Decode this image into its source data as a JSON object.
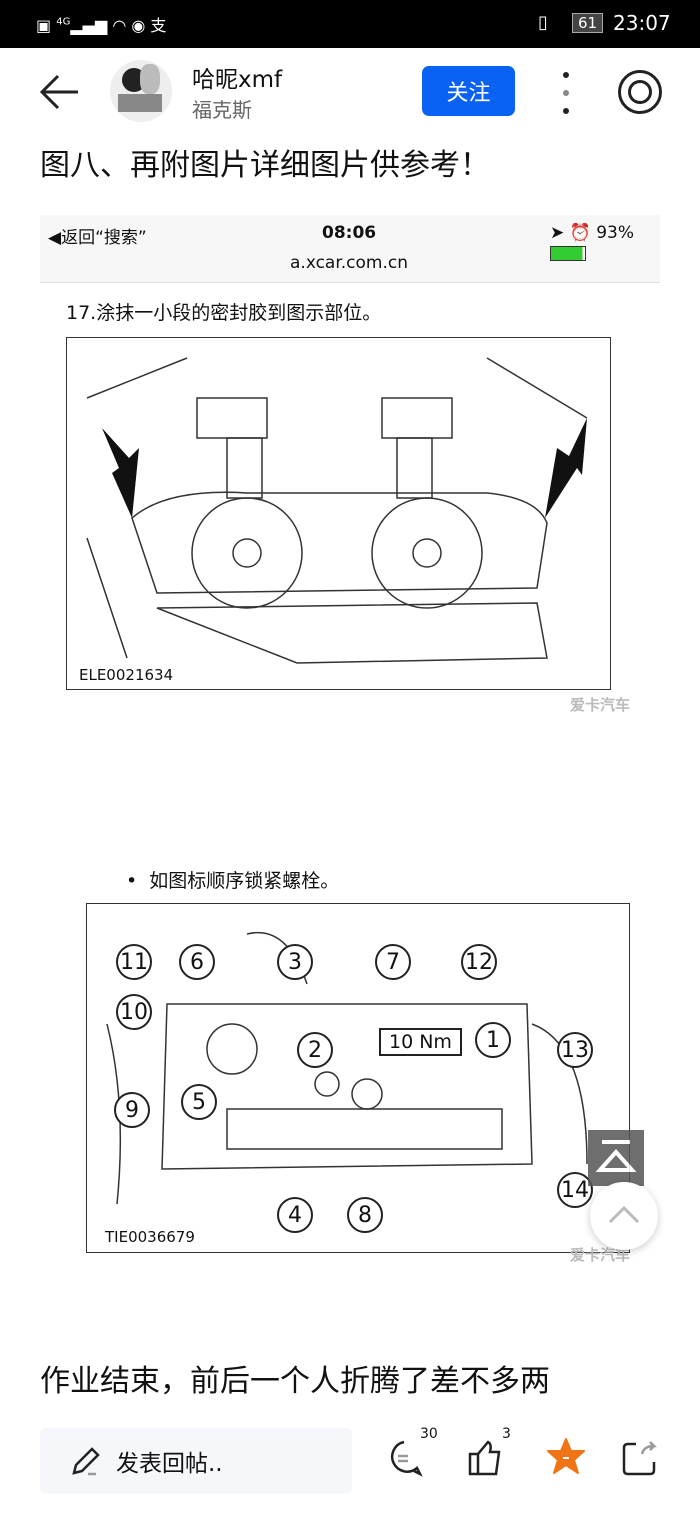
{
  "status_bar": {
    "left_icons": [
      "hd-icon",
      "4g-signal-icon",
      "wifi-icon",
      "eye-icon",
      "alipay-icon"
    ],
    "network": "4G",
    "battery": "61",
    "time": "23:07"
  },
  "header": {
    "author": "哈昵xmf",
    "subtitle": "福克斯",
    "follow_label": "关注"
  },
  "post": {
    "heading": "图八、再附图片详细图片供参考！",
    "embedded_screenshot": {
      "back_label": "◀返回“搜索”",
      "time": "08:06",
      "battery": "93%",
      "url": "a.xcar.com.cn"
    },
    "step_text": "17.涂抹一小段的密封胶到图示部位。",
    "figure1_code": "ELE0021634",
    "watermark": "爱卡汽车",
    "bullet_text": "如图标顺序锁紧螺栓。",
    "figure2_code": "TIE0036679",
    "torque_label": "10 Nm",
    "bolt_numbers": [
      "1",
      "2",
      "3",
      "4",
      "5",
      "6",
      "7",
      "8",
      "9",
      "10",
      "11",
      "12",
      "13",
      "14"
    ],
    "closing_text": "作业结束，前后一个人折腾了差不多两"
  },
  "bottom_bar": {
    "reply_placeholder": "发表回帖..",
    "comments_count": "30",
    "likes_count": "3",
    "accent": "#f07316"
  }
}
